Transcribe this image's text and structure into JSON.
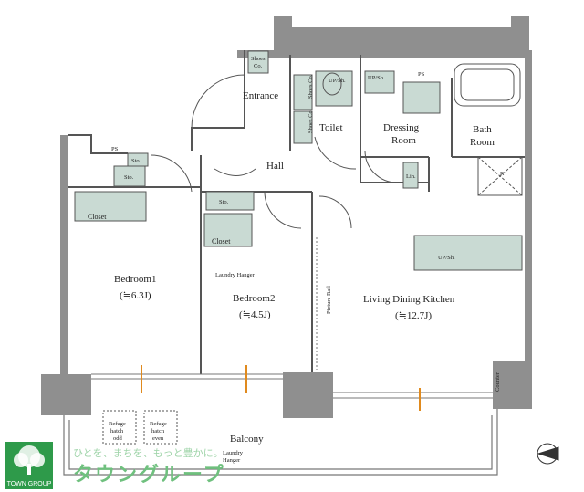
{
  "rooms": {
    "entrance": "Entrance",
    "toilet": "Toilet",
    "dressing_line1": "Dressing",
    "dressing_line2": "Room",
    "bath_line1": "Bath",
    "bath_line2": "Room",
    "hall": "Hall",
    "bedroom1": "Bedroom1",
    "bedroom1_size": "(≒6.3J)",
    "bedroom2": "Bedroom2",
    "bedroom2_size": "(≒4.5J)",
    "ldk": "Living Dining Kitchen",
    "ldk_size": "(≒12.7J)",
    "balcony": "Balcony"
  },
  "fixtures": {
    "shoes_co": "Shoes Co.",
    "shoes_co_top": "Shoes",
    "shoes_co_bottom": "Co.",
    "ps": "PS",
    "ups": "UP/Sh.",
    "sto": "Sto.",
    "closet": "Closet",
    "lin": "Lin.",
    "r": "R",
    "laundry_hanger": "Laundry Hanger",
    "laundry_line1": "Laundry",
    "laundry_line2": "Hanger",
    "picture_rail": "Picture Rail",
    "counter": "Counter",
    "refuge_odd_1": "Refuge",
    "refuge_odd_2": "hatch",
    "refuge_odd_3": "odd",
    "refuge_even_1": "Refuge",
    "refuge_even_2": "hatch",
    "refuge_even_3": "even"
  },
  "brand": {
    "logo_text": "TOWN GROUP",
    "tagline": "ひとを、まちを、もっと豊かに。",
    "name": "タウングループ"
  },
  "colors": {
    "wall": "#8f8f8f",
    "storage": "#c9dad3",
    "brand_green": "#2e9a4a"
  },
  "icons": [
    "north-arrow-icon",
    "tree-logo-icon"
  ]
}
